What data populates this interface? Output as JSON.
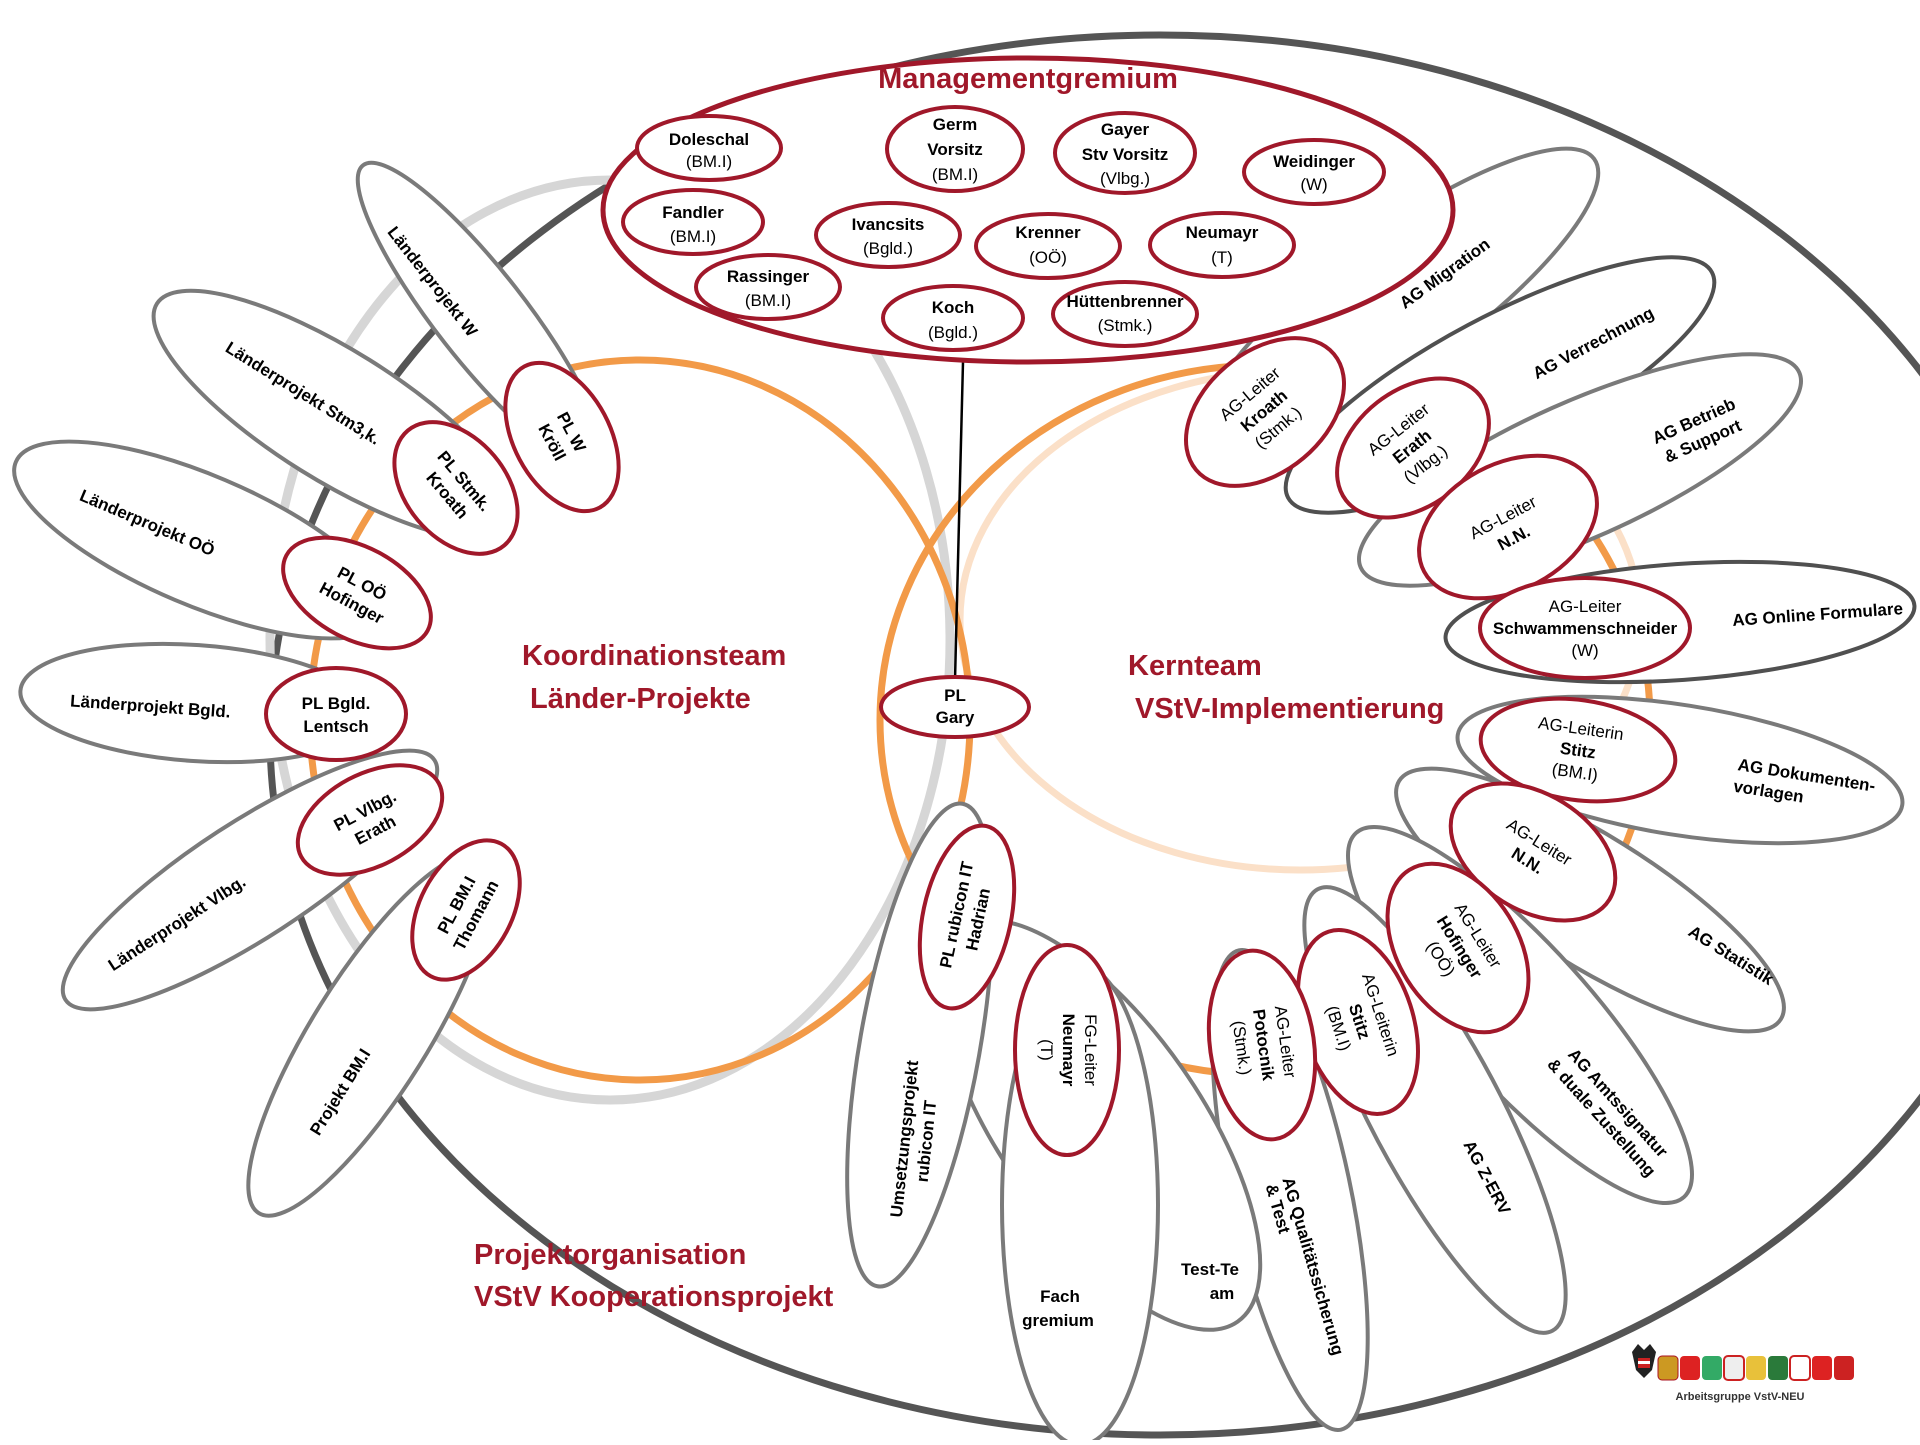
{
  "titles": {
    "management": "Managementgremium",
    "koordination_line1": "Koordinationsteam",
    "koordination_line2": "Länder-Projekte",
    "kernteam_line1": "Kernteam",
    "kernteam_line2": "VStV-Implementierung",
    "projekt_line1": "Projektorganisation",
    "projekt_line2": "VStV Kooperationsprojekt"
  },
  "management_members": [
    {
      "name": "Doleschal",
      "role": "",
      "org": "(BM.I)"
    },
    {
      "name": "Germ",
      "role": "Vorsitz",
      "org": "(BM.I)"
    },
    {
      "name": "Gayer",
      "role": "Stv Vorsitz",
      "org": "(Vlbg.)"
    },
    {
      "name": "Weidinger",
      "role": "",
      "org": "(W)"
    },
    {
      "name": "Fandler",
      "role": "",
      "org": "(BM.I)"
    },
    {
      "name": "Ivancsits",
      "role": "",
      "org": "(Bgld.)"
    },
    {
      "name": "Krenner",
      "role": "",
      "org": "(OÖ)"
    },
    {
      "name": "Neumayr",
      "role": "",
      "org": "(T)"
    },
    {
      "name": "Rassinger",
      "role": "",
      "org": "(BM.I)"
    },
    {
      "name": "Koch",
      "role": "",
      "org": "(Bgld.)"
    },
    {
      "name": "Hüttenbrenner",
      "role": "",
      "org": "(Stmk.)"
    }
  ],
  "pl_gary": {
    "line1": "PL",
    "line2": "Gary"
  },
  "laender_projects": [
    {
      "project": "Länderprojekt W",
      "pl_line1": "PL W",
      "pl_line2": "Kröll"
    },
    {
      "project": "Länderprojekt Stm3,k.",
      "pl_line1": "PL Stmk.",
      "pl_line2": "Kroath"
    },
    {
      "project": "Länderprojekt OÖ",
      "pl_line1": "PL OÖ",
      "pl_line2": "Hofinger"
    },
    {
      "project": "Länderprojekt Bgld.",
      "pl_line1": "PL Bgld.",
      "pl_line2": "Lentsch"
    },
    {
      "project": "Länderprojekt Vlbg.",
      "pl_line1": "PL Vlbg.",
      "pl_line2": "Erath"
    },
    {
      "project": "Projekt BM.I",
      "pl_line1": "PL BM.I",
      "pl_line2": "Thomann"
    }
  ],
  "ag_groups": [
    {
      "ag": "AG Migration",
      "ag2": "",
      "role": "AG-Leiter",
      "name": "Kroath",
      "org": "(Stmk.)"
    },
    {
      "ag": "AG Verrechnung",
      "ag2": "",
      "role": "AG-Leiter",
      "name": "Erath",
      "org": "(Vlbg.)"
    },
    {
      "ag": "AG Betrieb",
      "ag2": "& Support",
      "role": "AG-Leiter",
      "name": "N.N.",
      "org": ""
    },
    {
      "ag": "AG Online Formulare",
      "ag2": "",
      "role": "AG-Leiter",
      "name": "Schwammenschneider",
      "org": "(W)"
    },
    {
      "ag": "AG Dokumenten-",
      "ag2": "vorlagen",
      "role": "AG-Leiterin",
      "name": "Stitz",
      "org": "(BM.I)"
    },
    {
      "ag": "AG Statistik",
      "ag2": "",
      "role": "AG-Leiter",
      "name": "N.N.",
      "org": ""
    },
    {
      "ag": "AG Amtssignatur",
      "ag2": "& duale Zustellung",
      "role": "AG-Leiter",
      "name": "Hofinger",
      "org": "(OÖ)"
    },
    {
      "ag": "AG Z-ERV",
      "ag2": "",
      "role": "AG-Leiterin",
      "name": "Stitz",
      "org": "(BM.I)"
    },
    {
      "ag": "AG Qualitätssicherung",
      "ag2": "& Test",
      "role": "AG-Leiter",
      "name": "Potocnik",
      "org": "(Stmk.)"
    }
  ],
  "test_team": {
    "line1": "Test-Te",
    "line2": "am"
  },
  "fach": {
    "line1": "Fach",
    "line2": "gremium",
    "leader_role": "FG-Leiter",
    "leader_name": "Neumayr",
    "leader_org": "(T)"
  },
  "rubicon": {
    "project_line1": "Umsetzungsprojekt",
    "project_line2": "rubicon IT",
    "pl_line1": "PL rubicon IT",
    "pl_line2": "Hadrian"
  },
  "logo": {
    "caption": "Arbeitsgruppe VstV-NEU"
  },
  "colors": {
    "dark_red": "#a0182a",
    "orange": "#f29a48",
    "gray": "#7a7a7a",
    "dark_gray": "#505050",
    "light_gray": "#d0d0d0"
  }
}
